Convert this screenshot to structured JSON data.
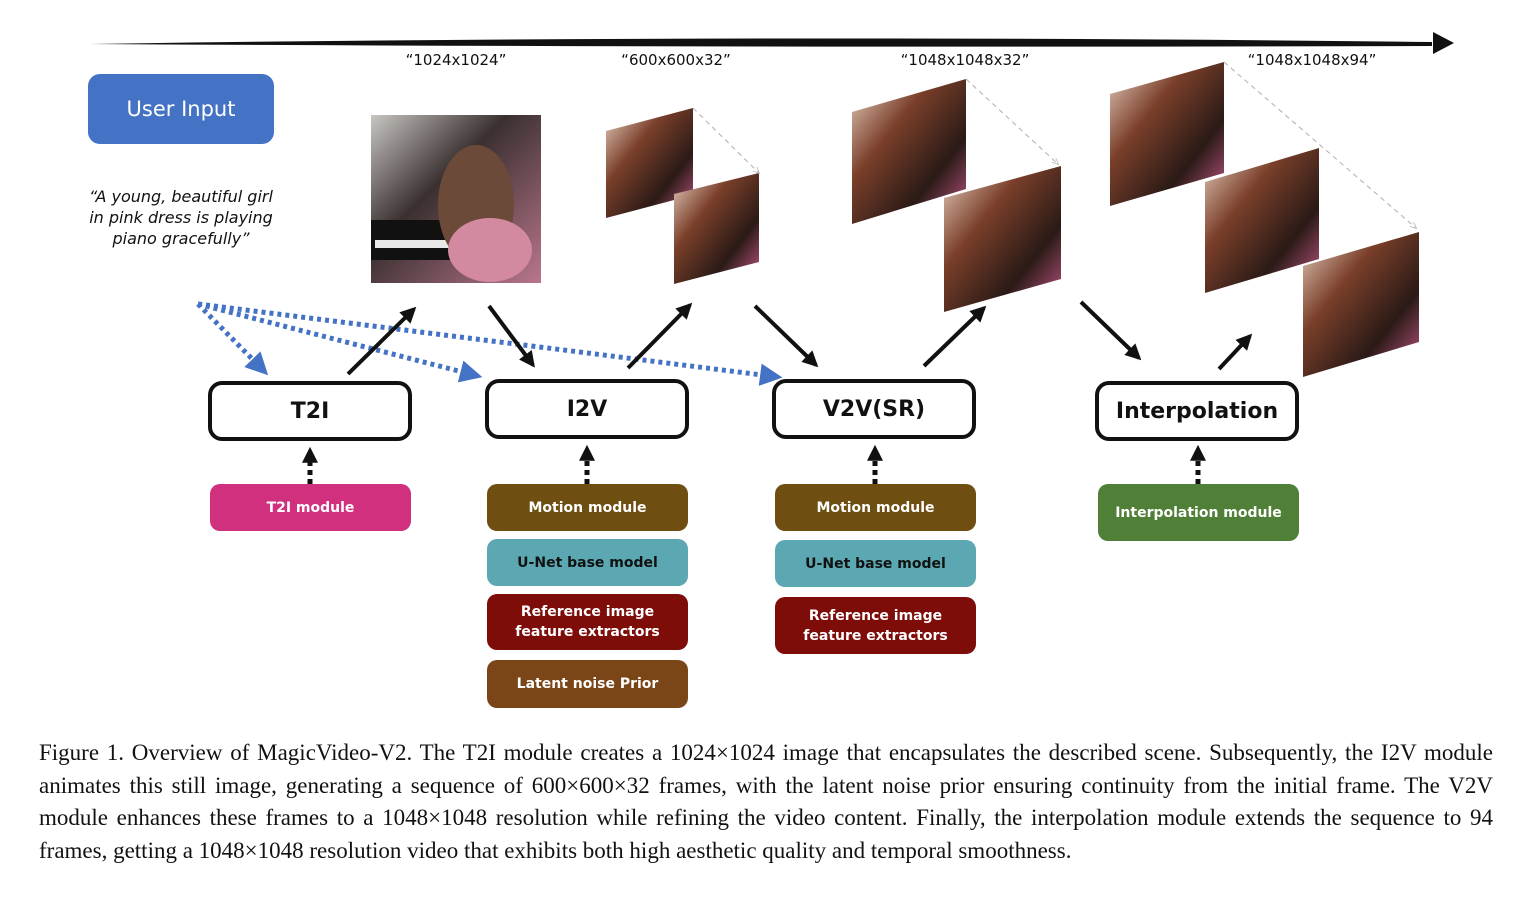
{
  "user_input": {
    "label": "User Input"
  },
  "prompt": "“A young, beautiful girl in pink dress is playing piano gracefully”",
  "resolutions": [
    "“1024x1024”",
    "“600x600x32”",
    "“1048x1048x32”",
    "“1048x1048x94”"
  ],
  "stages": [
    {
      "label": "T2I"
    },
    {
      "label": "I2V"
    },
    {
      "label": "V2V(SR)"
    },
    {
      "label": "Interpolation"
    }
  ],
  "modules": {
    "t2i": [
      "T2I module"
    ],
    "i2v": [
      "Motion module",
      "U-Net base model",
      "Reference image feature extractors",
      "Latent noise Prior"
    ],
    "v2v": [
      "Motion module",
      "U-Net base model",
      "Reference image feature extractors"
    ],
    "interp": [
      "Interpolation module"
    ]
  },
  "colors": {
    "user_input": "#4472c4",
    "t2i_module": "#d1307f",
    "motion_module": "#6f4e12",
    "unet_base_model": "#5ba8b2",
    "reference_extractors": "#7e0d0a",
    "latent_noise_prior": "#7b4617",
    "interpolation_module": "#508038",
    "dotted_arrows": "#4472c4"
  },
  "caption": "Figure 1. Overview of MagicVideo-V2. The T2I module creates a 1024×1024 image that encapsulates the described scene. Subsequently, the I2V module animates this still image, generating a sequence of 600×600×32 frames, with the latent noise prior ensuring continuity from the initial frame. The V2V module enhances these frames to a 1048×1048 resolution while refining the video content. Finally, the interpolation module extends the sequence to 94 frames, getting a 1048×1048 resolution video that exhibits both high aesthetic quality and temporal smoothness."
}
